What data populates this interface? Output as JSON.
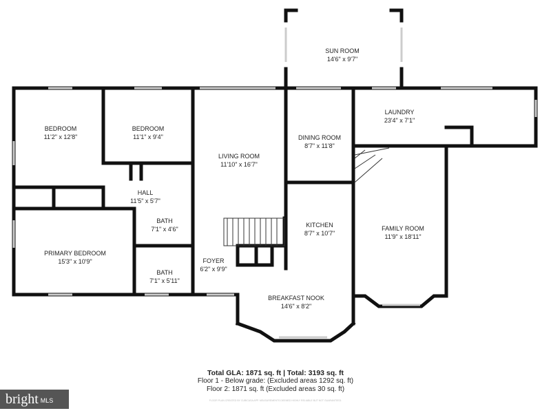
{
  "rooms": [
    {
      "name": "Sun Room",
      "size": "14'6\" x 9'7\""
    },
    {
      "name": "Laundry",
      "size": "23'4\" x 7'1\""
    },
    {
      "name": "Bedroom",
      "size": "11'2\" x 12'8\""
    },
    {
      "name": "Bedroom",
      "size": "11'1\" x 9'4\""
    },
    {
      "name": "Dining Room",
      "size": "8'7\" x 11'8\""
    },
    {
      "name": "Living Room",
      "size": "11'10\" x 16'7\""
    },
    {
      "name": "Hall",
      "size": "11'5\" x 5'7\""
    },
    {
      "name": "Bath",
      "size": "7'1\" x 4'6\""
    },
    {
      "name": "Kitchen",
      "size": "8'7\" x 10'7\""
    },
    {
      "name": "Family Room",
      "size": "11'9\" x 18'11\""
    },
    {
      "name": "Primary Bedroom",
      "size": "15'3\" x 10'9\""
    },
    {
      "name": "Foyer",
      "size": "6'2\" x 9'9\""
    },
    {
      "name": "Bath",
      "size": "7'1\" x 5'11\""
    },
    {
      "name": "Breakfast Nook",
      "size": "14'6\" x 8'2\""
    }
  ],
  "summary": {
    "total": "Total GLA: 1871 sq. ft | Total: 3193 sq. ft",
    "floor1": "Floor 1 - Below grade: (Excluded areas 1292 sq. ft)",
    "floor2": "Floor 2: 1871 sq. ft (Excluded areas 30 sq. ft)",
    "disclaimer": "Floor plan created by CubiCasa app. Measurements deemed highly reliable but not guaranteed."
  },
  "logo": {
    "brand": "bright",
    "suffix": "MLS"
  },
  "colors": {
    "wall": "#111111",
    "window": "#cccccc",
    "logo_bg": "#555555"
  }
}
